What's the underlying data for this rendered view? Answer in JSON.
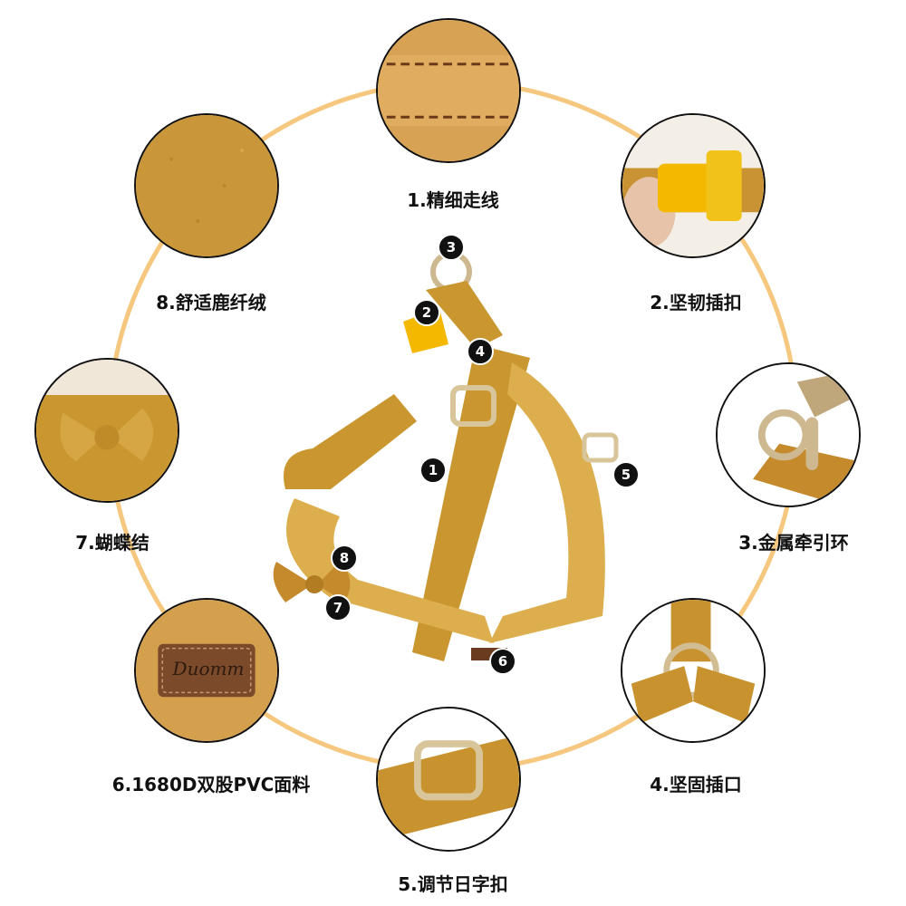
{
  "features": [
    {
      "id": "f1",
      "text": "1.精细走线"
    },
    {
      "id": "f2",
      "text": "2.坚韧插扣"
    },
    {
      "id": "f3",
      "text": "3.金属牵引环"
    },
    {
      "id": "f4",
      "text": "4.坚固插口"
    },
    {
      "id": "f5",
      "text": "5.调节日字扣"
    },
    {
      "id": "f6",
      "text": "6.1680D双股PVC面料"
    },
    {
      "id": "f7",
      "text": "7.蝴蝶结"
    },
    {
      "id": "f8",
      "text": "8.舒适鹿纤绒"
    }
  ],
  "badges": [
    "1",
    "2",
    "3",
    "4",
    "5",
    "6",
    "7",
    "8"
  ],
  "brand_tag": "Duomm",
  "colors": {
    "ring": "#f6c77e",
    "suede": "#c9962f",
    "suede_light": "#dcae4d",
    "buckle": "#f5b800",
    "metal": "#cdb88f",
    "badge": "#111111"
  }
}
